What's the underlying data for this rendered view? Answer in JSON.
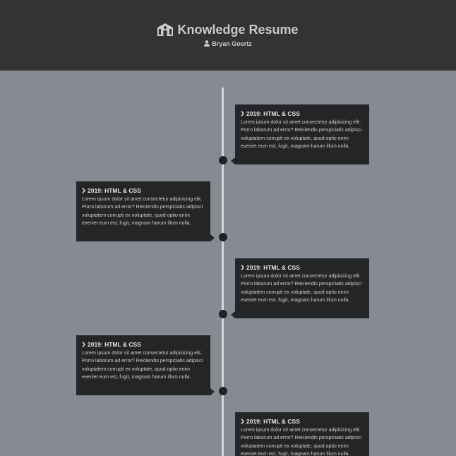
{
  "header": {
    "title": "Knowledge Resume",
    "author": "Bryan Goertz"
  },
  "timeline": {
    "items": [
      {
        "title": "2019: HTML & CSS",
        "text": "Lorem ipsum dolor sit amet consectetur adipisicing elit. Porro laborum ad error? Reiciendis perspiciatis adipisci voluptatem corrupti ex voluptate, quod optio enim eveniet eum est, fugit, magnam harum illum nulla."
      },
      {
        "title": "2019: HTML & CSS",
        "text": "Lorem ipsum dolor sit amet consectetur adipisicing elit. Porro laborum ad error? Reiciendis perspiciatis adipisci voluptatem corrupti ex voluptate, quod optio enim eveniet eum est, fugit, magnam harum illum nulla."
      },
      {
        "title": "2019: HTML & CSS",
        "text": "Lorem ipsum dolor sit amet consectetur adipisicing elit. Porro laborum ad error? Reiciendis perspiciatis adipisci voluptatem corrupti ex voluptate, quod optio enim eveniet eum est, fugit, magnam harum illum nulla."
      },
      {
        "title": "2019: HTML & CSS",
        "text": "Lorem ipsum dolor sit amet consectetur adipisicing elit. Porro laborum ad error? Reiciendis perspiciatis adipisci voluptatem corrupti ex voluptate, quod optio enim eveniet eum est, fugit, magnam harum illum nulla."
      },
      {
        "title": "2019: HTML & CSS",
        "text": "Lorem ipsum dolor sit amet consectetur adipisicing elit. Porro laborum ad error? Reiciendis perspiciatis adipisci voluptatem corrupti ex voluptate, quod optio enim eveniet eum est, fugit, magnam harum illum nulla."
      }
    ]
  },
  "icons": {
    "title": "school-icon",
    "author": "user-icon",
    "card_title": "chevron-right-icon"
  },
  "colors": {
    "header_bg": "#333333",
    "page_bg": "#868a93",
    "card_bg": "#232527",
    "line": "#d6d6d6"
  }
}
